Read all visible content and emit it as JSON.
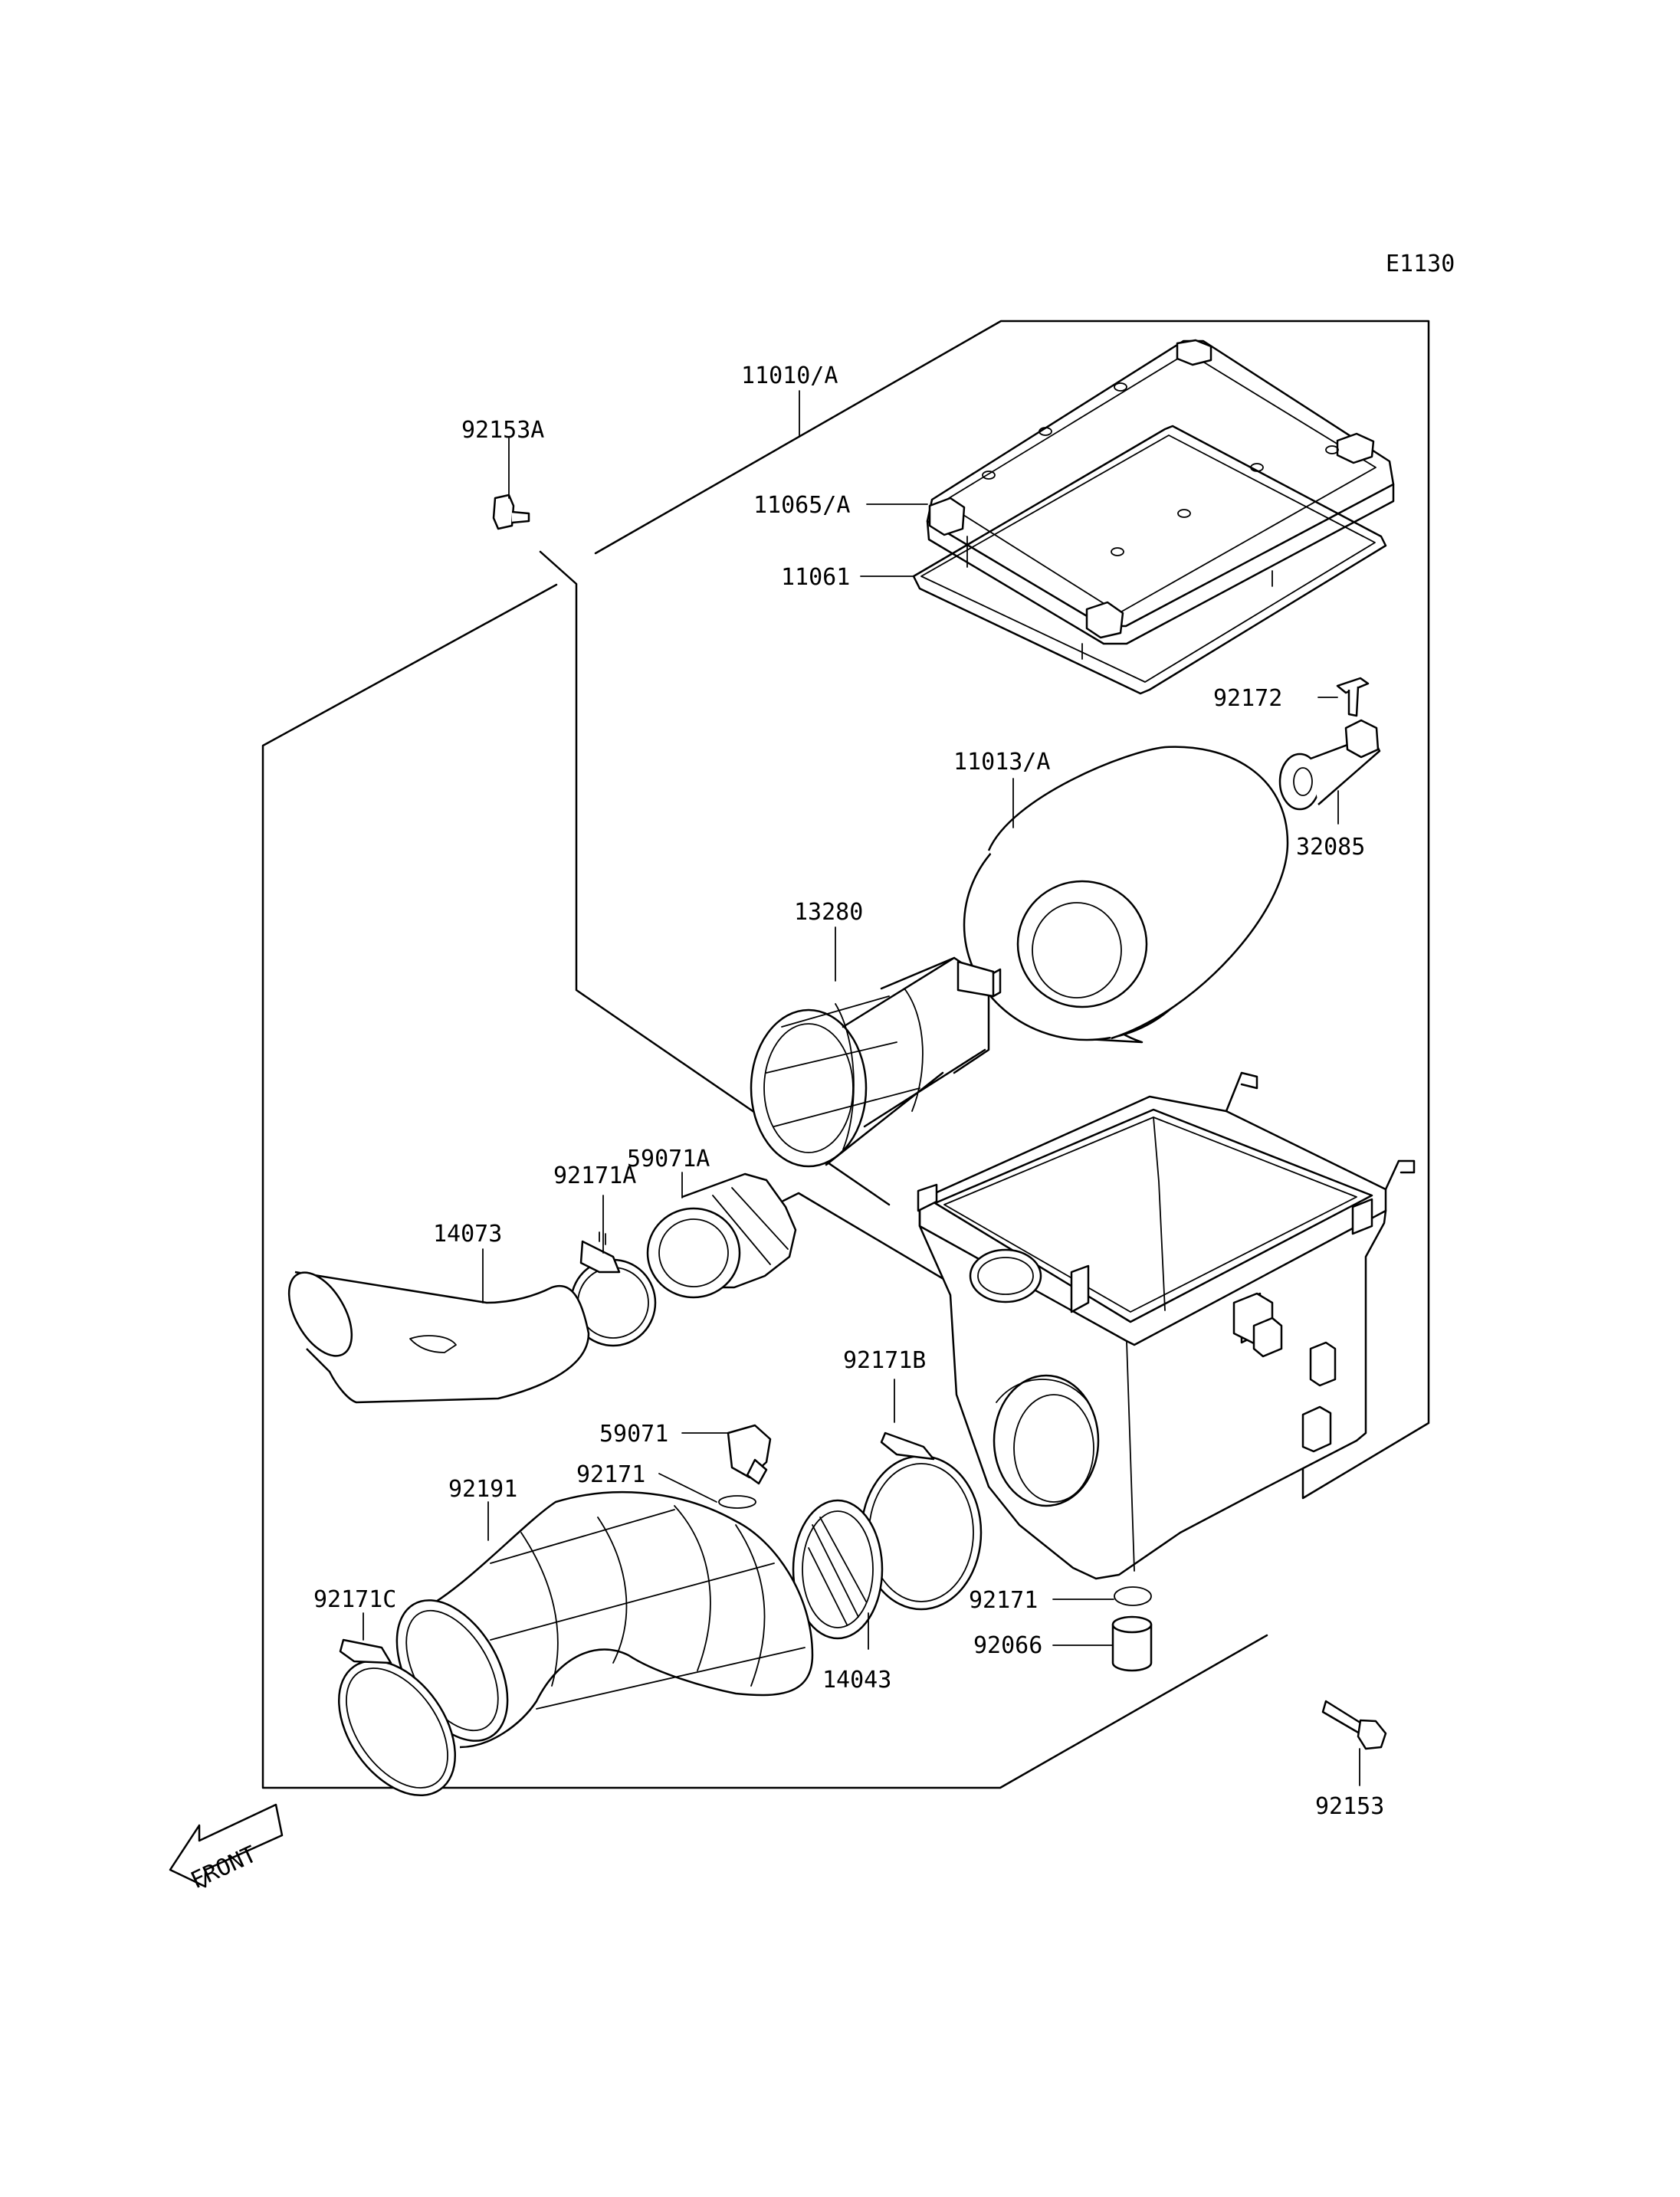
{
  "diagram_code": "E1130",
  "front_label": "FRONT",
  "parts": [
    {
      "id": "p11010A",
      "number": "11010/A"
    },
    {
      "id": "p92153A",
      "number": "92153A"
    },
    {
      "id": "p11065A",
      "number": "11065/A"
    },
    {
      "id": "p11061",
      "number": "11061"
    },
    {
      "id": "p92172",
      "number": "92172"
    },
    {
      "id": "p11013A",
      "number": "11013/A"
    },
    {
      "id": "p32085",
      "number": "32085"
    },
    {
      "id": "p13280",
      "number": "13280"
    },
    {
      "id": "p59071A",
      "number": "59071A"
    },
    {
      "id": "p92171A",
      "number": "92171A"
    },
    {
      "id": "p14073",
      "number": "14073"
    },
    {
      "id": "p92171B",
      "number": "92171B"
    },
    {
      "id": "p59071",
      "number": "59071"
    },
    {
      "id": "p92171_left",
      "number": "92171"
    },
    {
      "id": "p92191",
      "number": "92191"
    },
    {
      "id": "p92171C",
      "number": "92171C"
    },
    {
      "id": "p14043",
      "number": "14043"
    },
    {
      "id": "p92171_right",
      "number": "92171"
    },
    {
      "id": "p92066",
      "number": "92066"
    },
    {
      "id": "p92153",
      "number": "92153"
    }
  ]
}
